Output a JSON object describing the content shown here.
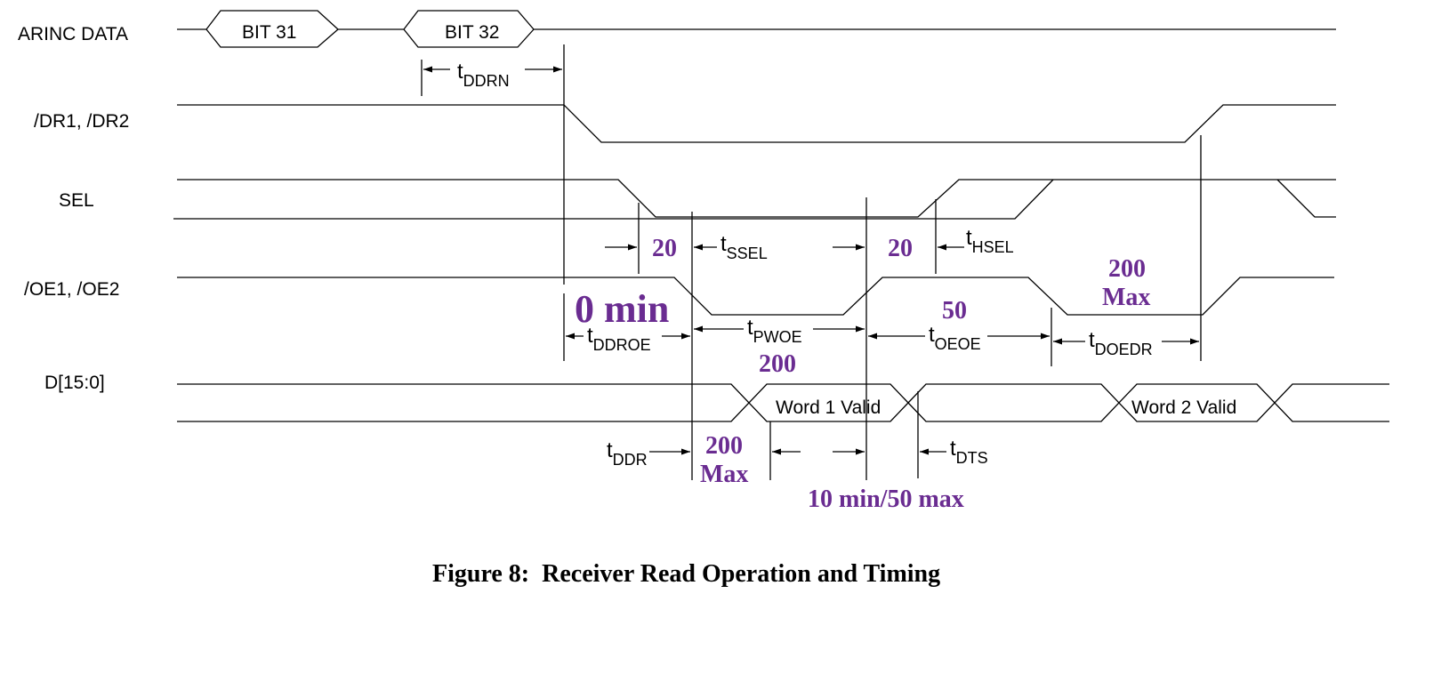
{
  "signals": {
    "arinc_data": "ARINC DATA",
    "dr": "/DR1, /DR2",
    "sel": "SEL",
    "oe": "/OE1, /OE2",
    "d": "D[15:0]"
  },
  "bus_labels": {
    "bit31": "BIT 31",
    "bit32": "BIT 32",
    "word1": "Word 1 Valid",
    "word2": "Word 2 Valid"
  },
  "timing_labels": {
    "tddrn": {
      "t": "t",
      "sub": "DDRN"
    },
    "tssel": {
      "t": "t",
      "sub": "SSEL"
    },
    "thsel": {
      "t": "t",
      "sub": "HSEL"
    },
    "tddroe": {
      "t": "t",
      "sub": "DDROE"
    },
    "tpwoe": {
      "t": "t",
      "sub": "PWOE"
    },
    "toeoe": {
      "t": "t",
      "sub": "OEOE"
    },
    "tdoedr": {
      "t": "t",
      "sub": "DOEDR"
    },
    "tddr": {
      "t": "t",
      "sub": "DDR"
    },
    "tdts": {
      "t": "t",
      "sub": "DTS"
    }
  },
  "values": {
    "ssel": "20",
    "hsel": "20",
    "ddroe": "0 min",
    "pwoe": "200",
    "oeoe": "50",
    "doedr_1": "200",
    "doedr_2": "Max",
    "ddr_1": "200",
    "ddr_2": "Max",
    "dts": "10 min/50 max"
  },
  "caption": "Figure 8:  Receiver Read Operation and Timing",
  "colors": {
    "value_text": "#6a2c91",
    "lines": "#000000",
    "background": "#ffffff"
  }
}
